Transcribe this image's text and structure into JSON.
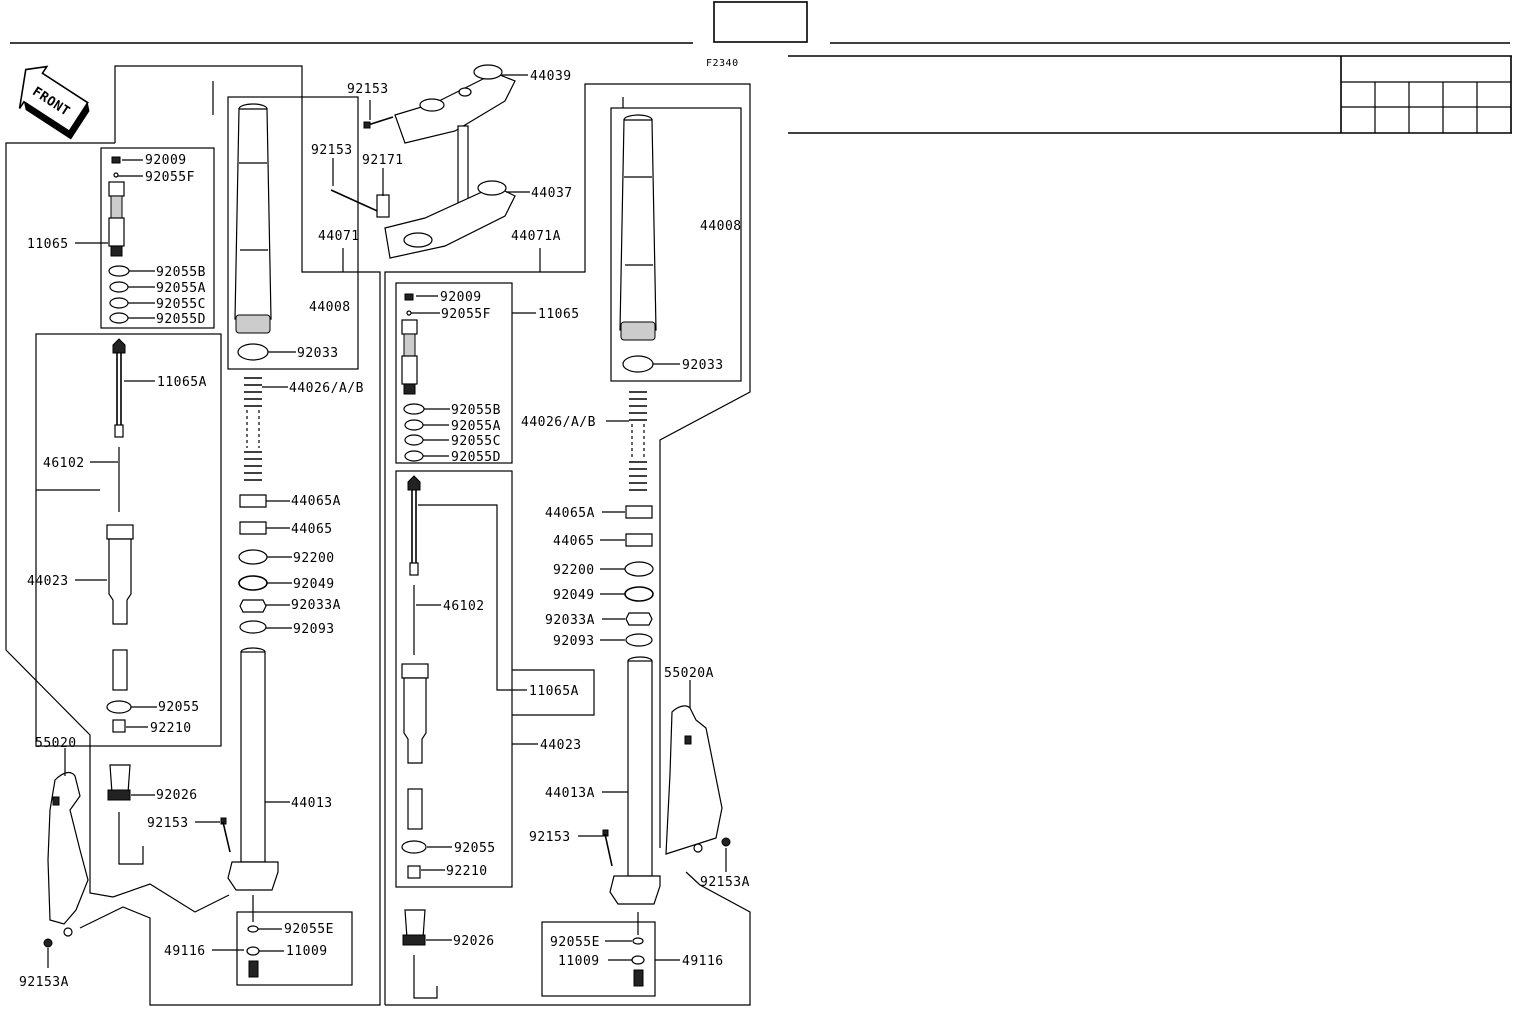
{
  "header": {
    "page_box_label": "",
    "figure_code": "F2340"
  },
  "front_arrow": "FRONT",
  "left_fork": {
    "callouts": {
      "c92009": "92009",
      "c92055F": "92055F",
      "c11065": "11065",
      "c92055B": "92055B",
      "c92055A": "92055A",
      "c92055C": "92055C",
      "c92055D": "92055D",
      "c11065A": "11065A",
      "c46102": "46102",
      "c44023": "44023",
      "c92055": "92055",
      "c92210": "92210",
      "c55020": "55020",
      "c92026": "92026",
      "c92153A": "92153A",
      "c44008": "44008",
      "c92033": "92033",
      "c44026": "44026/A/B",
      "c44065A": "44065A",
      "c44065": "44065",
      "c92200": "92200",
      "c92049": "92049",
      "c92033A": "92033A",
      "c92093": "92093",
      "c44013": "44013",
      "c92153": "92153",
      "c92055E": "92055E",
      "c49116": "49116",
      "c11009": "11009"
    }
  },
  "steering": {
    "callouts": {
      "c92153_top": "92153",
      "c44039": "44039",
      "c92153_mid": "92153",
      "c92171": "92171",
      "c44037": "44037",
      "c44071": "44071",
      "c44071A": "44071A"
    }
  },
  "right_fork": {
    "callouts": {
      "c92009": "92009",
      "c92055F": "92055F",
      "c11065": "11065",
      "c92055B": "92055B",
      "c92055A": "92055A",
      "c92055C": "92055C",
      "c92055D": "92055D",
      "c44026": "44026/A/B",
      "c44008": "44008",
      "c92033": "92033",
      "c44065A": "44065A",
      "c44065": "44065",
      "c92200": "92200",
      "c92049": "92049",
      "c92033A": "92033A",
      "c92093": "92093",
      "c46102": "46102",
      "c11065A": "11065A",
      "c55020A": "55020A",
      "c44023": "44023",
      "c44013A": "44013A",
      "c92153": "92153",
      "c92055": "92055",
      "c92153A": "92153A",
      "c92210": "92210",
      "c92026": "92026",
      "c92055E": "92055E",
      "c49116": "49116",
      "c11009": "11009"
    }
  }
}
